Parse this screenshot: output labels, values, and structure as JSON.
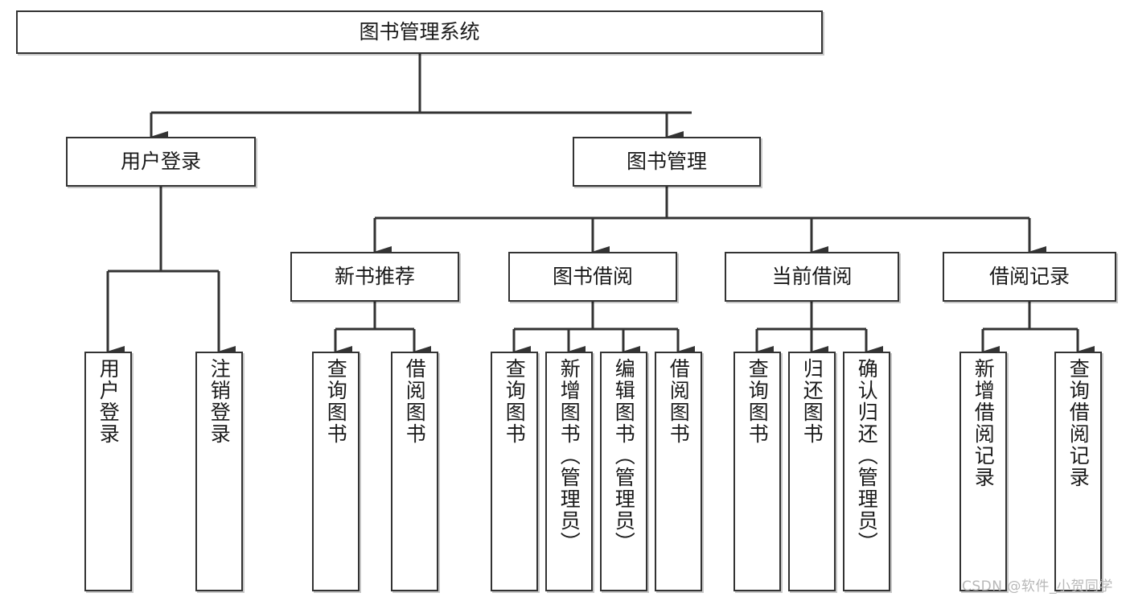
{
  "diagram": {
    "type": "tree-hierarchy",
    "title": "图书管理系统",
    "orientation": "top-down",
    "colors": {
      "background": "#ffffff",
      "box_border": "#333333",
      "box_fill": "#ffffff",
      "connector": "#333333",
      "text": "#1a1a1a",
      "watermark": "#b8b8b8"
    },
    "root": {
      "label": "图书管理系统"
    },
    "level1": [
      {
        "label": "用户登录"
      },
      {
        "label": "图书管理"
      }
    ],
    "level2": [
      {
        "label": "新书推荐"
      },
      {
        "label": "图书借阅"
      },
      {
        "label": "当前借阅"
      },
      {
        "label": "借阅记录"
      }
    ],
    "leaves": {
      "user_login": [
        {
          "label": "用户登录"
        },
        {
          "label": "注销登录"
        }
      ],
      "new_book_recommend": [
        {
          "label": "查询图书"
        },
        {
          "label": "借阅图书"
        }
      ],
      "book_borrow": [
        {
          "label": "查询图书"
        },
        {
          "label": "新增图书（管理员）"
        },
        {
          "label": "编辑图书（管理员）"
        },
        {
          "label": "借阅图书"
        }
      ],
      "current_borrow": [
        {
          "label": "查询图书"
        },
        {
          "label": "归还图书"
        },
        {
          "label": "确认归还（管理员）"
        }
      ],
      "borrow_record": [
        {
          "label": "新增借阅记录"
        },
        {
          "label": "查询借阅记录"
        }
      ]
    }
  },
  "watermark": {
    "text": "CSDN @软件_小贺同学"
  }
}
